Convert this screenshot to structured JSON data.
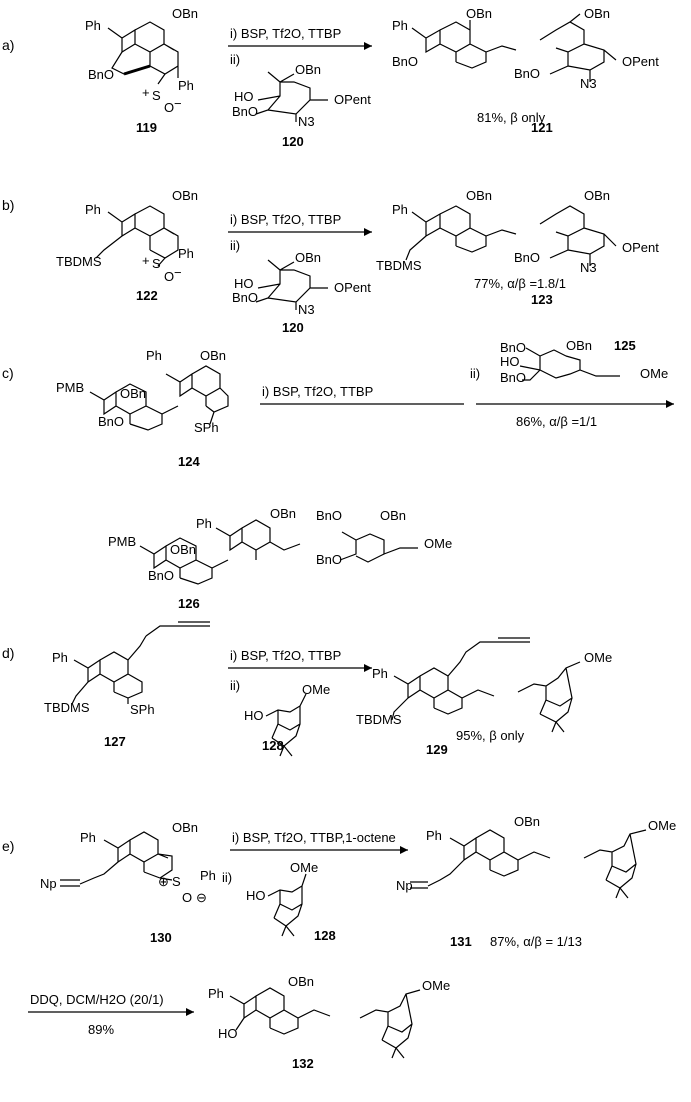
{
  "schemes": [
    {
      "part": "a)",
      "compounds": [
        {
          "number": "119",
          "labels": [
            "Ph",
            "OBn",
            "BnO",
            "Ph",
            "S",
            "+",
            "O",
            "−"
          ]
        },
        {
          "number": "120",
          "labels": [
            "OBn",
            "HO",
            "BnO",
            "OPent",
            "N3"
          ]
        },
        {
          "number": "121",
          "labels": [
            "Ph",
            "OBn",
            "OBn",
            "BnO",
            "BnO",
            "OPent",
            "N3"
          ]
        }
      ],
      "conditions": [
        "i) BSP, Tf2O, TTBP",
        "ii)"
      ],
      "result": "81%, β only"
    },
    {
      "part": "b)",
      "compounds": [
        {
          "number": "122",
          "labels": [
            "Ph",
            "OBn",
            "TBDMS",
            "Ph",
            "S",
            "+",
            "O",
            "−"
          ]
        },
        {
          "number": "120",
          "labels": [
            "OBn",
            "HO",
            "BnO",
            "OPent",
            "N3"
          ]
        },
        {
          "number": "123",
          "labels": [
            "Ph",
            "OBn",
            "OBn",
            "TBDMS",
            "BnO",
            "OPent",
            "N3"
          ]
        }
      ],
      "conditions": [
        "i) BSP, Tf2O, TTBP",
        "ii)"
      ],
      "result": "77%, α/β =1.8/1"
    },
    {
      "part": "c)",
      "compounds": [
        {
          "number": "124",
          "labels": [
            "Ph",
            "OBn",
            "PMB",
            "OBn",
            "BnO",
            "SPh"
          ]
        },
        {
          "number": "125",
          "labels": [
            "BnO",
            "OBn",
            "HO",
            "BnO",
            "OMe"
          ]
        },
        {
          "number": "126",
          "labels": [
            "Ph",
            "OBn",
            "BnO",
            "OBn",
            "PMB",
            "OBn",
            "BnO",
            "BnO",
            "OMe"
          ]
        }
      ],
      "conditions": [
        "i) BSP, Tf2O, TTBP",
        "ii)"
      ],
      "result": "86%, α/β =1/1"
    },
    {
      "part": "d)",
      "compounds": [
        {
          "number": "127",
          "labels": [
            "Ph",
            "TBDMS",
            "SPh"
          ]
        },
        {
          "number": "128",
          "labels": [
            "OMe",
            "HO"
          ]
        },
        {
          "number": "129",
          "labels": [
            "Ph",
            "TBDMS",
            "OMe"
          ]
        }
      ],
      "conditions": [
        "i) BSP, Tf2O, TTBP",
        "ii)"
      ],
      "result": "95%, β only"
    },
    {
      "part": "e)",
      "compounds": [
        {
          "number": "130",
          "labels": [
            "Ph",
            "OBn",
            "Np",
            "Ph",
            "S",
            "⊕",
            "O",
            "⊖"
          ]
        },
        {
          "number": "128",
          "labels": [
            "OMe",
            "HO"
          ]
        },
        {
          "number": "131",
          "labels": [
            "Ph",
            "OBn",
            "Np",
            "OMe"
          ]
        },
        {
          "number": "132",
          "labels": [
            "Ph",
            "OBn",
            "HO",
            "OMe"
          ]
        }
      ],
      "conditions": [
        "i) BSP, Tf2O, TTBP,1-octene",
        "ii)"
      ],
      "result": "87%, α/β = 1/13",
      "step2": {
        "conditions": "DDQ, DCM/H2O (20/1)",
        "yield": "89%"
      }
    }
  ]
}
